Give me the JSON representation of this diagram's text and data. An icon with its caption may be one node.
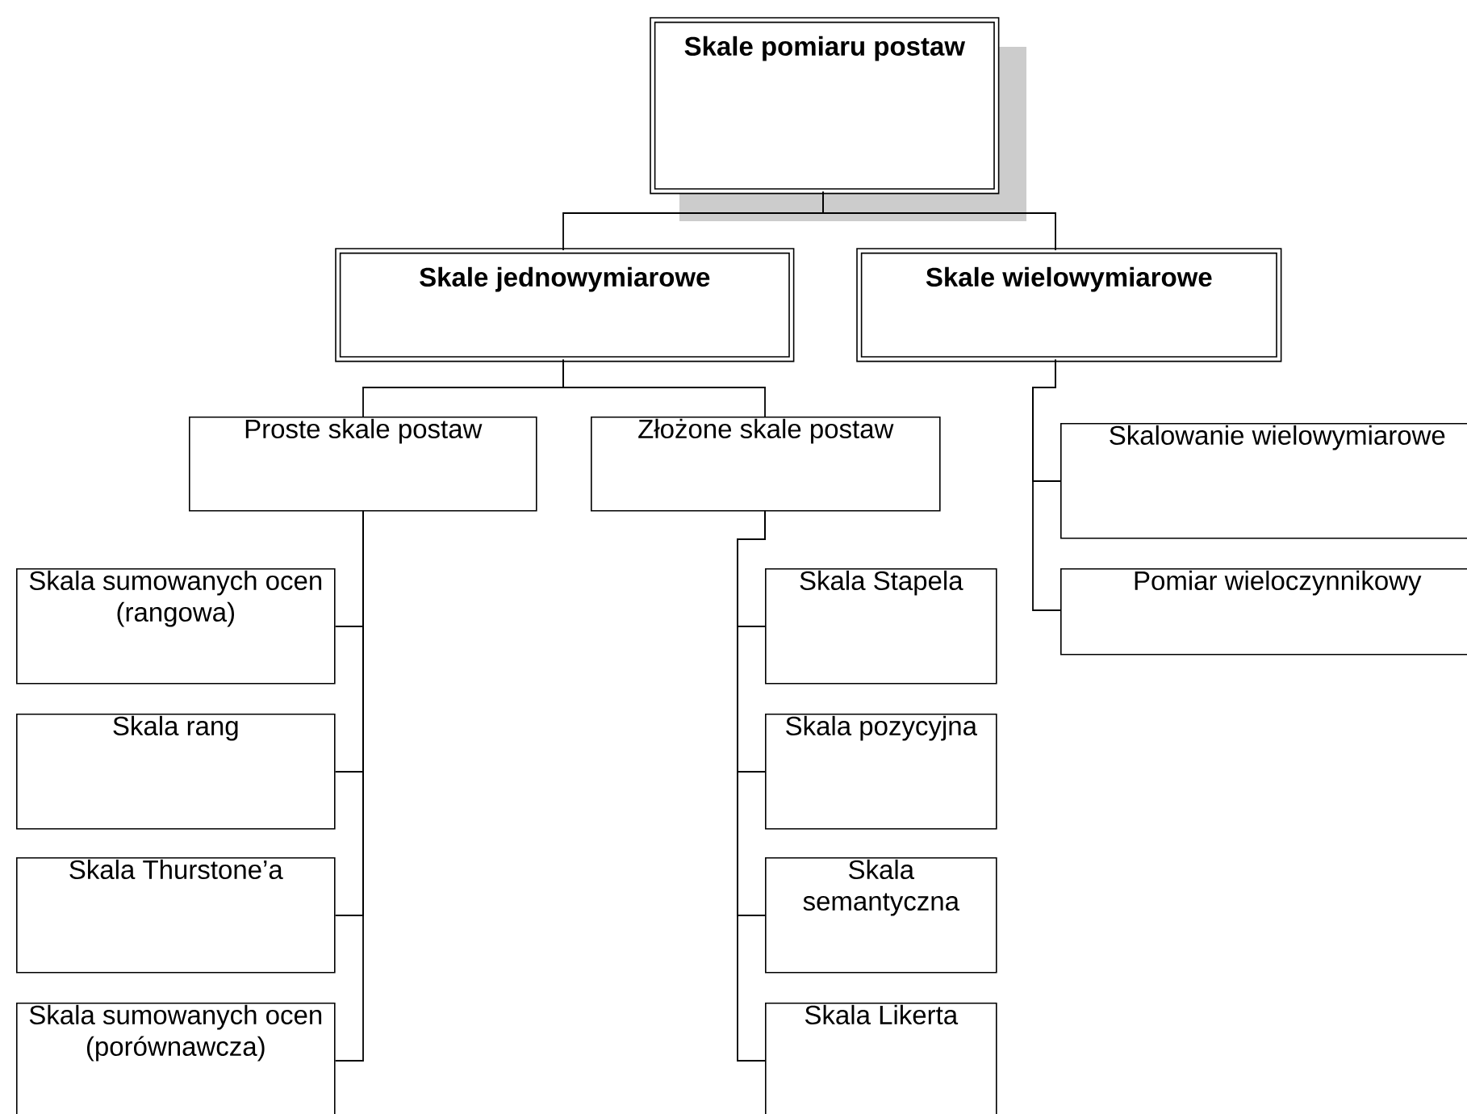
{
  "diagram": {
    "nodes": [
      {
        "text": [
          "Skale pomiaru postaw"
        ]
      },
      {
        "text": [
          "Skale jednowymiarowe"
        ]
      },
      {
        "text": [
          "Skale wielowymiarowe"
        ]
      },
      {
        "text": [
          "Proste skale postaw"
        ]
      },
      {
        "text": [
          "Złożone skale postaw"
        ]
      },
      {
        "text": [
          "Skalowanie wielowymiarowe"
        ]
      },
      {
        "text": [
          "Pomiar wieloczynnikowy"
        ]
      },
      {
        "text": [
          "Skala sumowanych ocen (rangowa)"
        ]
      },
      {
        "text": [
          "Skala rang"
        ]
      },
      {
        "text": [
          "Skala Thurstone’a"
        ]
      },
      {
        "text": [
          "Skala sumowanych ocen (porównawcza)"
        ]
      },
      {
        "text": [
          "Skala Stapela"
        ]
      },
      {
        "text": [
          "Skala pozycyjna"
        ]
      },
      {
        "text": [
          "Skala semantyczna"
        ]
      },
      {
        "text": [
          "Skala Likerta"
        ]
      }
    ],
    "edges": [
      {
        "from": 0,
        "to": 1,
        "arrow": "none"
      },
      {
        "from": 0,
        "to": 2,
        "arrow": "none"
      },
      {
        "from": 1,
        "to": 3,
        "arrow": "none"
      },
      {
        "from": 1,
        "to": 4,
        "arrow": "none"
      },
      {
        "from": 2,
        "to": 5,
        "arrow": "none"
      },
      {
        "from": 2,
        "to": 6,
        "arrow": "none"
      },
      {
        "from": 3,
        "to": 7,
        "arrow": "none"
      },
      {
        "from": 3,
        "to": 8,
        "arrow": "none"
      },
      {
        "from": 3,
        "to": 9,
        "arrow": "none"
      },
      {
        "from": 3,
        "to": 10,
        "arrow": "none"
      },
      {
        "from": 4,
        "to": 11,
        "arrow": "none"
      },
      {
        "from": 4,
        "to": 12,
        "arrow": "none"
      },
      {
        "from": 4,
        "to": 13,
        "arrow": "none"
      },
      {
        "from": 4,
        "to": 14,
        "arrow": "none"
      }
    ]
  }
}
